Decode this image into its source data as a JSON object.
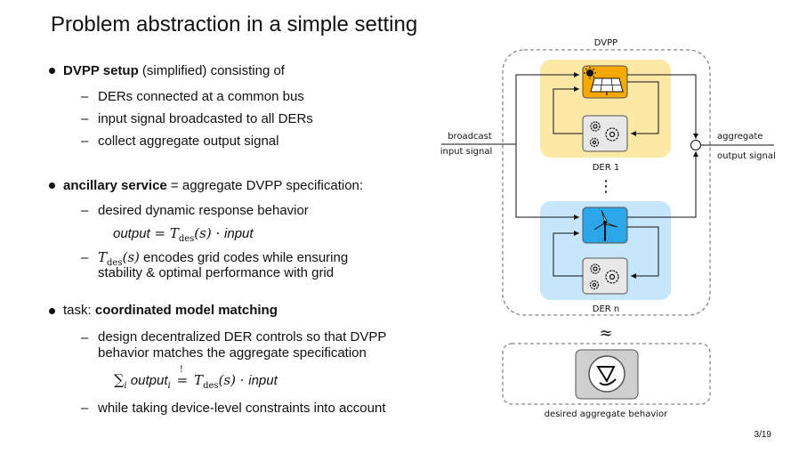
{
  "title": "Problem abstraction in a simple setting",
  "page_number": "3/19",
  "bullets": {
    "b1": {
      "bold": "DVPP setup",
      "rest": " (simplified) consisting of",
      "subs": [
        "DERs connected at a common bus",
        "input signal broadcasted to all DERs",
        "collect aggregate output signal"
      ]
    },
    "b2": {
      "bold": "ancillary service",
      "rest": " = aggregate DVPP specification:",
      "sub1": "desired dynamic response behavior",
      "formula1_output": "output",
      "formula1_eq": " = ",
      "formula1_T": "T",
      "formula1_des": "des",
      "formula1_s": "(s) · ",
      "formula1_input": "input",
      "sub2_rest": " encodes grid codes while ensuring",
      "sub2_line2": "stability & optimal performance with grid"
    },
    "b3": {
      "plain": "task: ",
      "bold": "coordinated model matching",
      "sub1_line1": "design decentralized DER controls so that DVPP",
      "sub1_line2": "behavior matches the aggregate specification",
      "formula2_sum": "∑",
      "formula2_i": "i",
      "formula2_output": " output",
      "formula2_eq": "=",
      "formula2_bang": "!",
      "formula2_s": "(s) · ",
      "formula2_input": "input",
      "sub2": "while taking device-level constraints into account"
    }
  },
  "diagram": {
    "dvpp_label": "DVPP",
    "broadcast_label_1": "broadcast",
    "broadcast_label_2": "input signal",
    "aggregate_label_1": "aggregate",
    "aggregate_label_2": "output signal",
    "der1_label": "DER 1",
    "dern_label": "DER n",
    "vdots": "⋮",
    "approx": "≈",
    "desired_label": "desired aggregate behavior",
    "colors": {
      "der1_fill": "#fde9a6",
      "dern_fill": "#c6e6fb",
      "solar_fill": "#f5a800",
      "wind_fill": "#2ba6e8",
      "gear_fill": "#e8e8e8"
    },
    "icons": [
      "sun-icon",
      "solar-panel-icon",
      "gears-icon",
      "wind-turbine-icon",
      "aggregate-logo-icon"
    ]
  }
}
